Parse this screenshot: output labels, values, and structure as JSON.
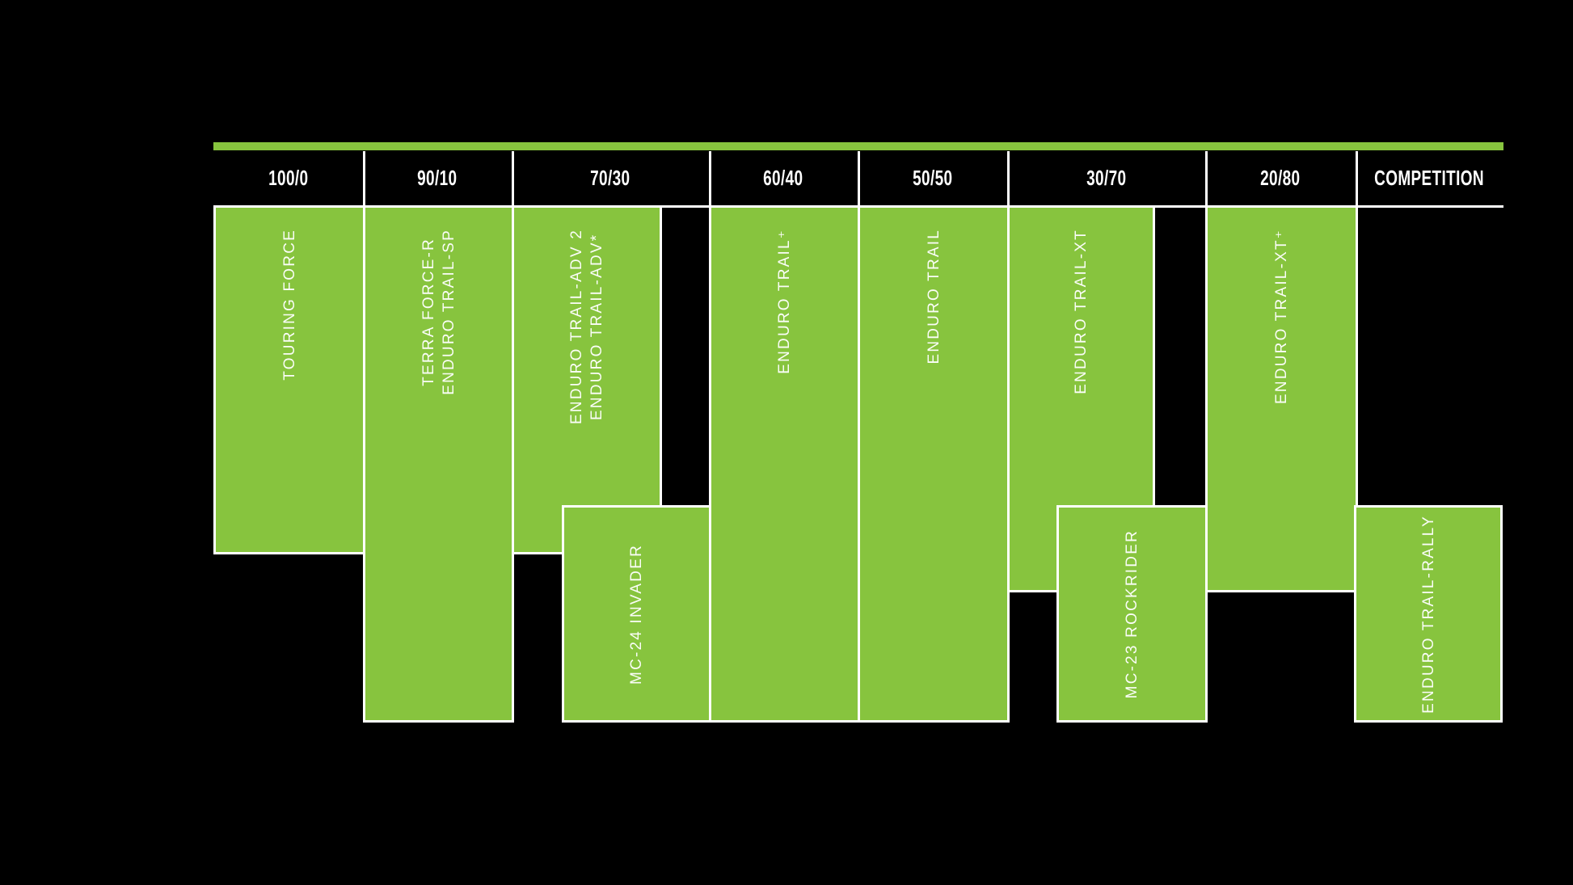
{
  "page": {
    "background": "#000000"
  },
  "chart": {
    "accent_green": "#87c43e",
    "border_color": "#ffffff",
    "header_text_color": "#ffffff"
  },
  "chart_data": {
    "type": "table",
    "title": "",
    "columns": [
      "100/0",
      "90/10",
      "70/30",
      "60/40",
      "50/50",
      "30/70",
      "20/80",
      "COMPETITION"
    ],
    "grid": false,
    "legend_position": "none",
    "products": [
      {
        "lines": [
          "TOURING FORCE"
        ],
        "column": "100/0",
        "vertical_position": "upper"
      },
      {
        "lines": [
          "TERRA FORCE-R",
          "ENDURO TRAIL-SP"
        ],
        "column": "90/10",
        "vertical_position": "full"
      },
      {
        "lines": [
          "ENDURO TRAIL-ADV 2",
          "ENDURO TRAIL-ADV*"
        ],
        "column": "70/30",
        "vertical_position": "upper"
      },
      {
        "lines": [
          "MC-24 INVADER"
        ],
        "column": "70/30",
        "vertical_position": "lower"
      },
      {
        "lines": [
          "ENDURO TRAIL⁺"
        ],
        "column": "60/40",
        "vertical_position": "full"
      },
      {
        "lines": [
          "ENDURO TRAIL"
        ],
        "column": "50/50",
        "vertical_position": "full"
      },
      {
        "lines": [
          "ENDURO TRAIL-XT"
        ],
        "column": "30/70",
        "vertical_position": "upper"
      },
      {
        "lines": [
          "MC-23 ROCKRIDER"
        ],
        "column": "30/70",
        "vertical_position": "lower"
      },
      {
        "lines": [
          "ENDURO TRAIL-XT⁺"
        ],
        "column": "20/80",
        "vertical_position": "upper"
      },
      {
        "lines": [
          "ENDURO TRAIL-RALLY"
        ],
        "column": "COMPETITION",
        "vertical_position": "lower"
      }
    ]
  }
}
